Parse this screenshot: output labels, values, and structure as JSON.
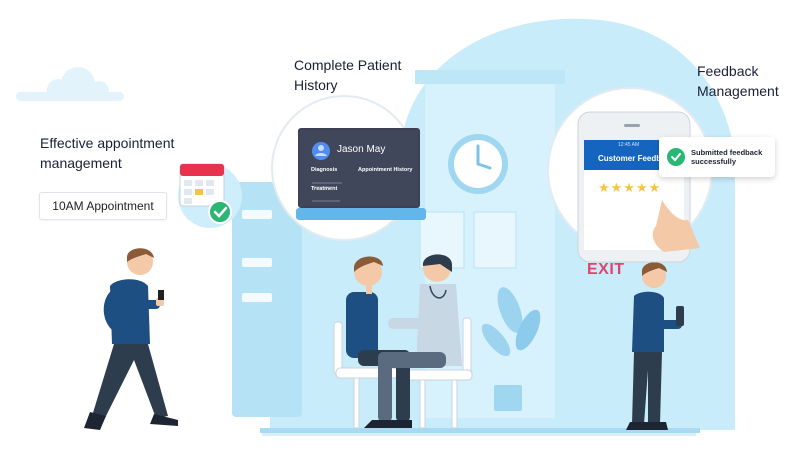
{
  "headings": {
    "appointment": [
      "Effective appointment",
      "management"
    ],
    "history": [
      "Complete Patient",
      "History"
    ],
    "feedback": [
      "Feedback",
      "Management"
    ]
  },
  "appointment_pill": "10AM Appointment",
  "laptop": {
    "patient_name": "Jason May",
    "diagnosis_label": "Diagnosis",
    "appointment_history_label": "Appointment History",
    "treatment_label": "Treatment"
  },
  "phone": {
    "time": "12:45 AM",
    "header": "Customer Feedback",
    "rating_stars": 5
  },
  "toast": {
    "line1": "Submitted feedback",
    "line2": "successfully"
  },
  "exit_sign": "EXIT",
  "colors": {
    "clinic_bg": "#c9ecfb",
    "navy_shirt": "#1d4f82",
    "accent_pink": "#e9406b",
    "check_green": "#2ab673"
  }
}
